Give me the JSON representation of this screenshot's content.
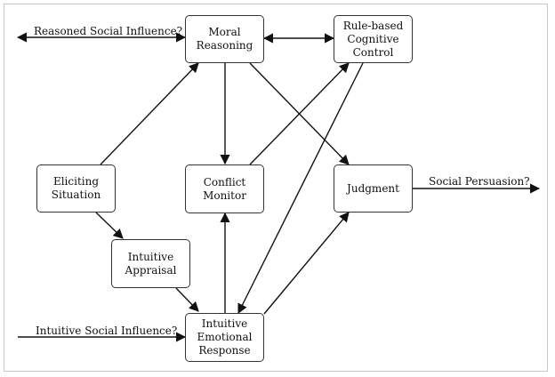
{
  "nodes": {
    "moral_reasoning": "Moral\nReasoning",
    "rule_based_control": "Rule-based\nCognitive\nControl",
    "eliciting_situation": "Eliciting\nSituation",
    "conflict_monitor": "Conflict\nMonitor",
    "judgment": "Judgment",
    "intuitive_appraisal": "Intuitive\nAppraisal",
    "intuitive_emotional_response": "Intuitive\nEmotional\nResponse"
  },
  "edge_labels": {
    "reasoned_social_influence": "Reasoned Social Influence?",
    "social_persuasion": "Social Persuasion?",
    "intuitive_social_influence": "Intuitive Social Influence?"
  },
  "colors": {
    "line": "#111111",
    "border": "#333333",
    "frame": "#c8c8c8"
  }
}
